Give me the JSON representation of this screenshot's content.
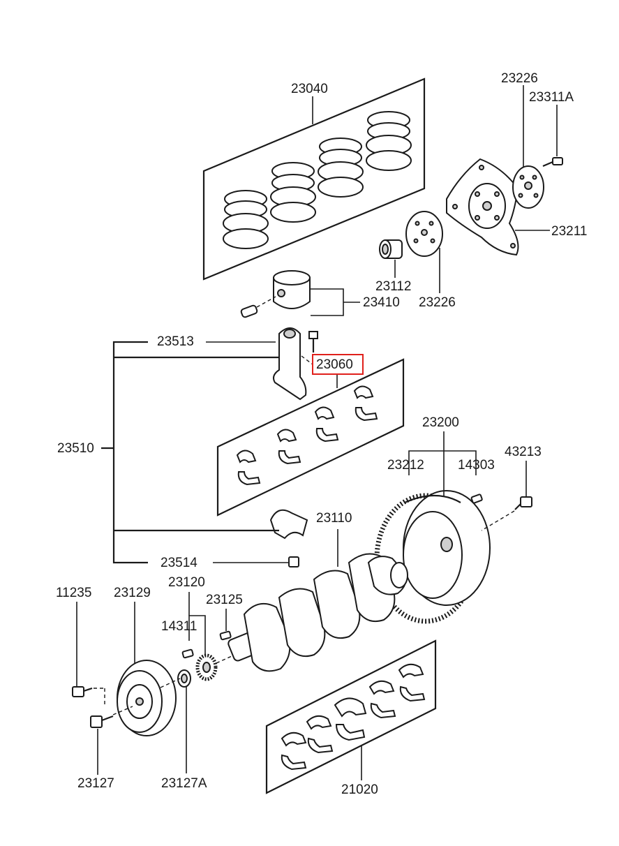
{
  "labels": {
    "p23040": "23040",
    "p23226_top": "23226",
    "p23311A": "23311A",
    "p23211": "23211",
    "p23112": "23112",
    "p23226_bottom": "23226",
    "p23410": "23410",
    "p23513": "23513",
    "p23060": "23060",
    "p23510": "23510",
    "p23200": "23200",
    "p23212": "23212",
    "p14303": "14303",
    "p43213": "43213",
    "p23110": "23110",
    "p23514": "23514",
    "p11235": "11235",
    "p23129": "23129",
    "p23120": "23120",
    "p23125": "23125",
    "p14311": "14311",
    "p23127": "23127",
    "p23127A": "23127A",
    "p21020": "21020"
  },
  "highlight": {
    "part_number": "23060",
    "color": "#e0201b"
  },
  "icons": [
    "piston-ring-icon",
    "piston-icon",
    "connecting-rod-icon",
    "bearing-shell-icon",
    "crankshaft-icon",
    "flywheel-icon",
    "crank-pulley-icon",
    "bolt-icon",
    "drive-plate-icon",
    "timing-gear-icon",
    "washer-icon",
    "key-icon",
    "pilot-bushing-icon"
  ]
}
